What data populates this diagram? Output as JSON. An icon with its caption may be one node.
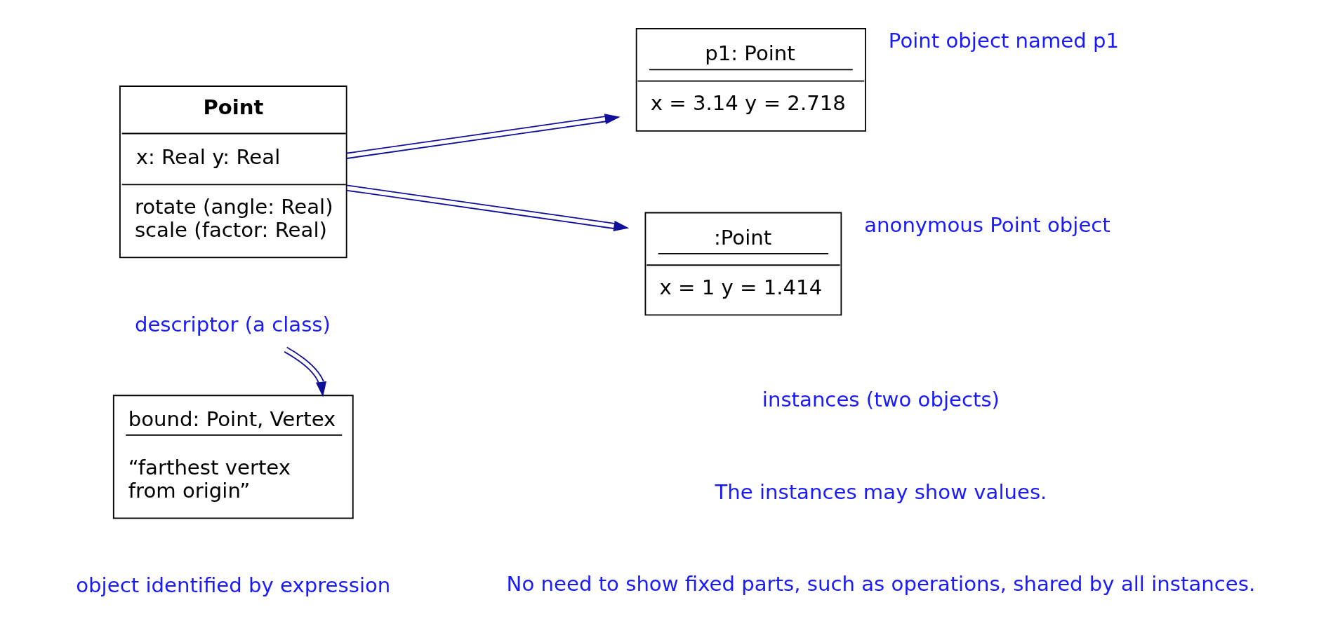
{
  "diagram": {
    "nodes": [
      {
        "text": [
          "Point",
          "x: Real y: Real",
          "rotate (angle: Real) scale (factor: Real)"
        ]
      },
      {
        "text": [
          "p1: Point",
          "x = 3.14 y = 2.718"
        ],
        "beside": [
          "Point object named p1"
        ]
      },
      {
        "text": [
          ":Point",
          "x = 1 y = 1.414"
        ],
        "beside": [
          "anonymous Point object"
        ]
      },
      {
        "text": [
          "descriptor (a class)"
        ]
      },
      {
        "text": [
          "bound: Point, Vertex",
          "“farthest vertex from origin”"
        ]
      }
    ],
    "edges": [
      {
        "from": 0,
        "to": 1,
        "arrow": "to"
      },
      {
        "from": 0,
        "to": 2,
        "arrow": "to"
      },
      {
        "from": 3,
        "to": 4,
        "arrow": "to"
      }
    ],
    "labels": [
      "object identified by expression",
      "instances (two objects)",
      "The instances may show values.",
      "No need to show fixed parts, such as operations, shared by all instances."
    ]
  }
}
